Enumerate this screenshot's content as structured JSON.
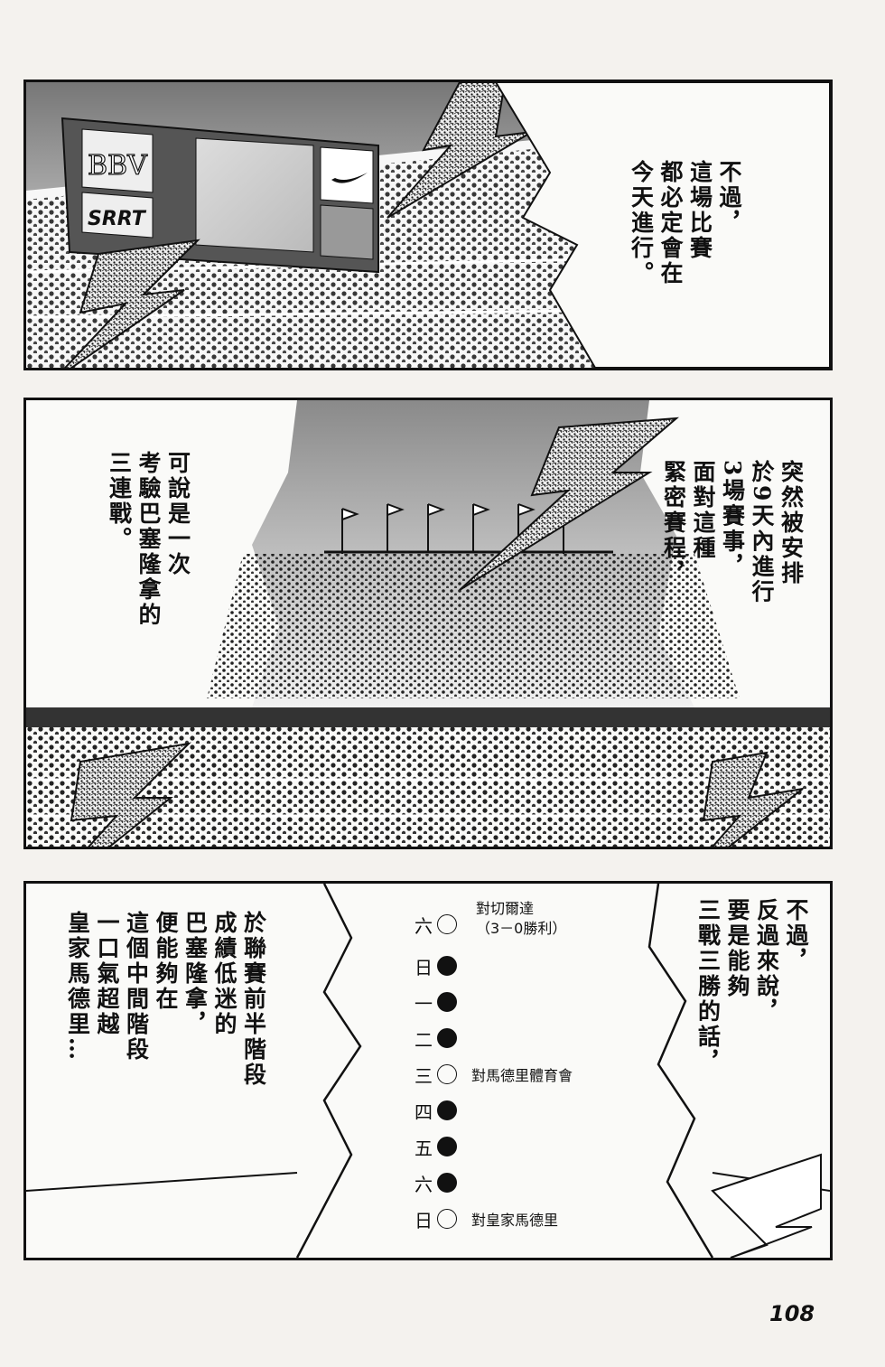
{
  "panel1": {
    "scoreboard": {
      "logo_top": "BBV",
      "logo_bottom": "SRRT"
    },
    "caption": "不過，\n這場比賽\n都必定會在\n今天進行。"
  },
  "panel2": {
    "caption_right": "突然被安排\n於9天內進行\n3場賽事，\n面對這種\n緊密賽程，",
    "caption_left": "可說是一次\n考驗巴塞隆拿的\n三連戰。"
  },
  "panel3": {
    "caption_right": "不過，\n反過來說，\n要是能夠\n三戰三勝的話，",
    "caption_left": "於聯賽前半階段\n成績低迷的\n巴塞隆拿，\n便能夠在\n這個中間階段\n一口氣超越\n皇家馬德里…",
    "schedule": [
      {
        "day": "六",
        "mark": "open",
        "note": ""
      },
      {
        "day": "日",
        "mark": "filled",
        "note": ""
      },
      {
        "day": "一",
        "mark": "filled",
        "note": ""
      },
      {
        "day": "二",
        "mark": "filled",
        "note": ""
      },
      {
        "day": "三",
        "mark": "open",
        "note": "對馬德里體育會"
      },
      {
        "day": "四",
        "mark": "filled",
        "note": ""
      },
      {
        "day": "五",
        "mark": "filled",
        "note": ""
      },
      {
        "day": "六",
        "mark": "filled",
        "note": ""
      },
      {
        "day": "日",
        "mark": "open",
        "note": "對皇家馬德里"
      }
    ],
    "first_match_note_line1": "對切爾達",
    "first_match_note_line2": "（3－0勝利）"
  },
  "page_number": "108"
}
